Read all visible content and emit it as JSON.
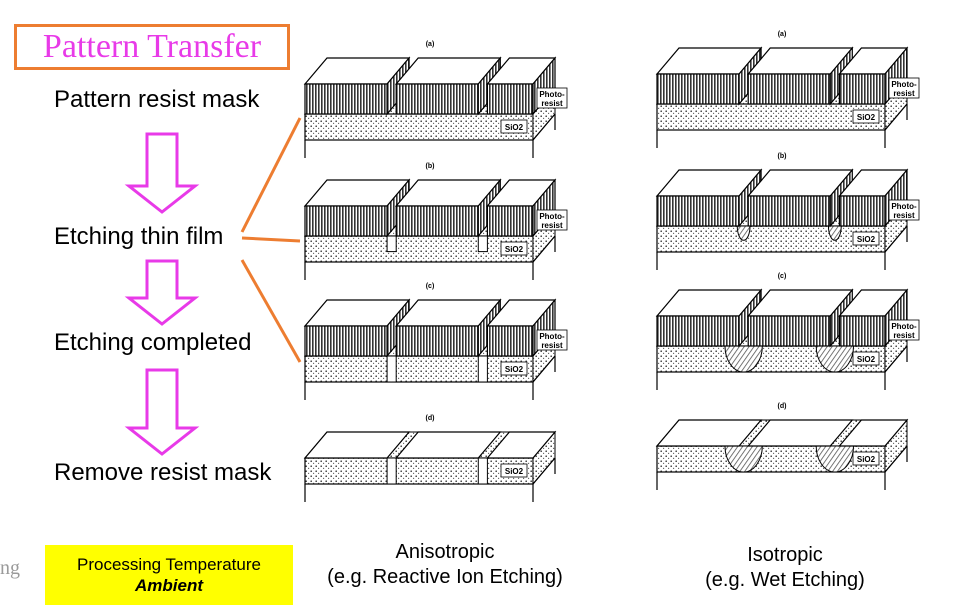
{
  "title": "Pattern Transfer",
  "steps": [
    "Pattern resist mask",
    "Etching thin film",
    "Etching completed",
    "Remove resist mask"
  ],
  "side_note": "ng",
  "temperature": {
    "label": "Processing Temperature",
    "value": "Ambient"
  },
  "captions": {
    "anisotropic": {
      "name": "Anisotropic",
      "example": "(e.g. Reactive Ion Etching)"
    },
    "isotropic": {
      "name": "Isotropic",
      "example": "(e.g. Wet Etching)"
    }
  },
  "panel_labels": [
    "(a)",
    "(b)",
    "(c)",
    "(d)"
  ],
  "layer_labels": {
    "photoresist_line1": "Photo-",
    "photoresist_line2": "resist",
    "oxide": "SiO2"
  },
  "colors": {
    "title": "#e83ae8",
    "title_border": "#ed7d31",
    "arrow": "#e83ae8",
    "connector": "#ed7d31",
    "temp_box": "#ffff00"
  }
}
